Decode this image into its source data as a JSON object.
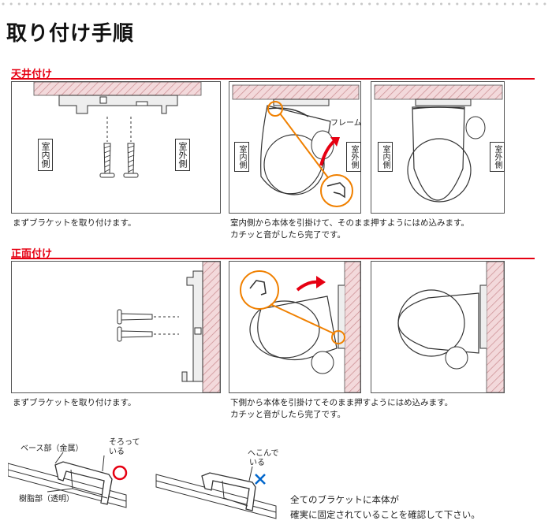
{
  "title": "取り付け手順",
  "colors": {
    "accent_red": "#e60012",
    "hatch": "#d9a0a4",
    "arrow_red": "#e60012",
    "orange": "#f08000",
    "check_circle": "#e60012",
    "cross_blue": "#0066cc"
  },
  "ceiling": {
    "heading": "天井付け",
    "labels": {
      "indoor": "室内側",
      "outdoor": "室外側",
      "frame": "フレーム"
    },
    "captions": {
      "step1": "まずブラケットを取り付けます。",
      "step2_line1": "室内側から本体を引掛けて、そのまま押すようにはめ込みます。",
      "step2_line2": "カチッと音がしたら完了です。"
    }
  },
  "front": {
    "heading": "正面付け",
    "captions": {
      "step1": "まずブラケットを取り付けます。",
      "step2_line1": "下側から本体を引掛けてそのまま押すようにはめ込みます。",
      "step2_line2": "カチッと音がしたら完了です。"
    }
  },
  "check": {
    "base_label": "ベース部（金属）",
    "resin_label": "樹脂部（透明）",
    "good_line1": "そろって",
    "good_line2": "いる",
    "bad_line1": "へこんで",
    "bad_line2": "いる",
    "note_line1": "全てのブラケットに本体が",
    "note_line2": "確実に固定されていることを確認して下さい。"
  }
}
